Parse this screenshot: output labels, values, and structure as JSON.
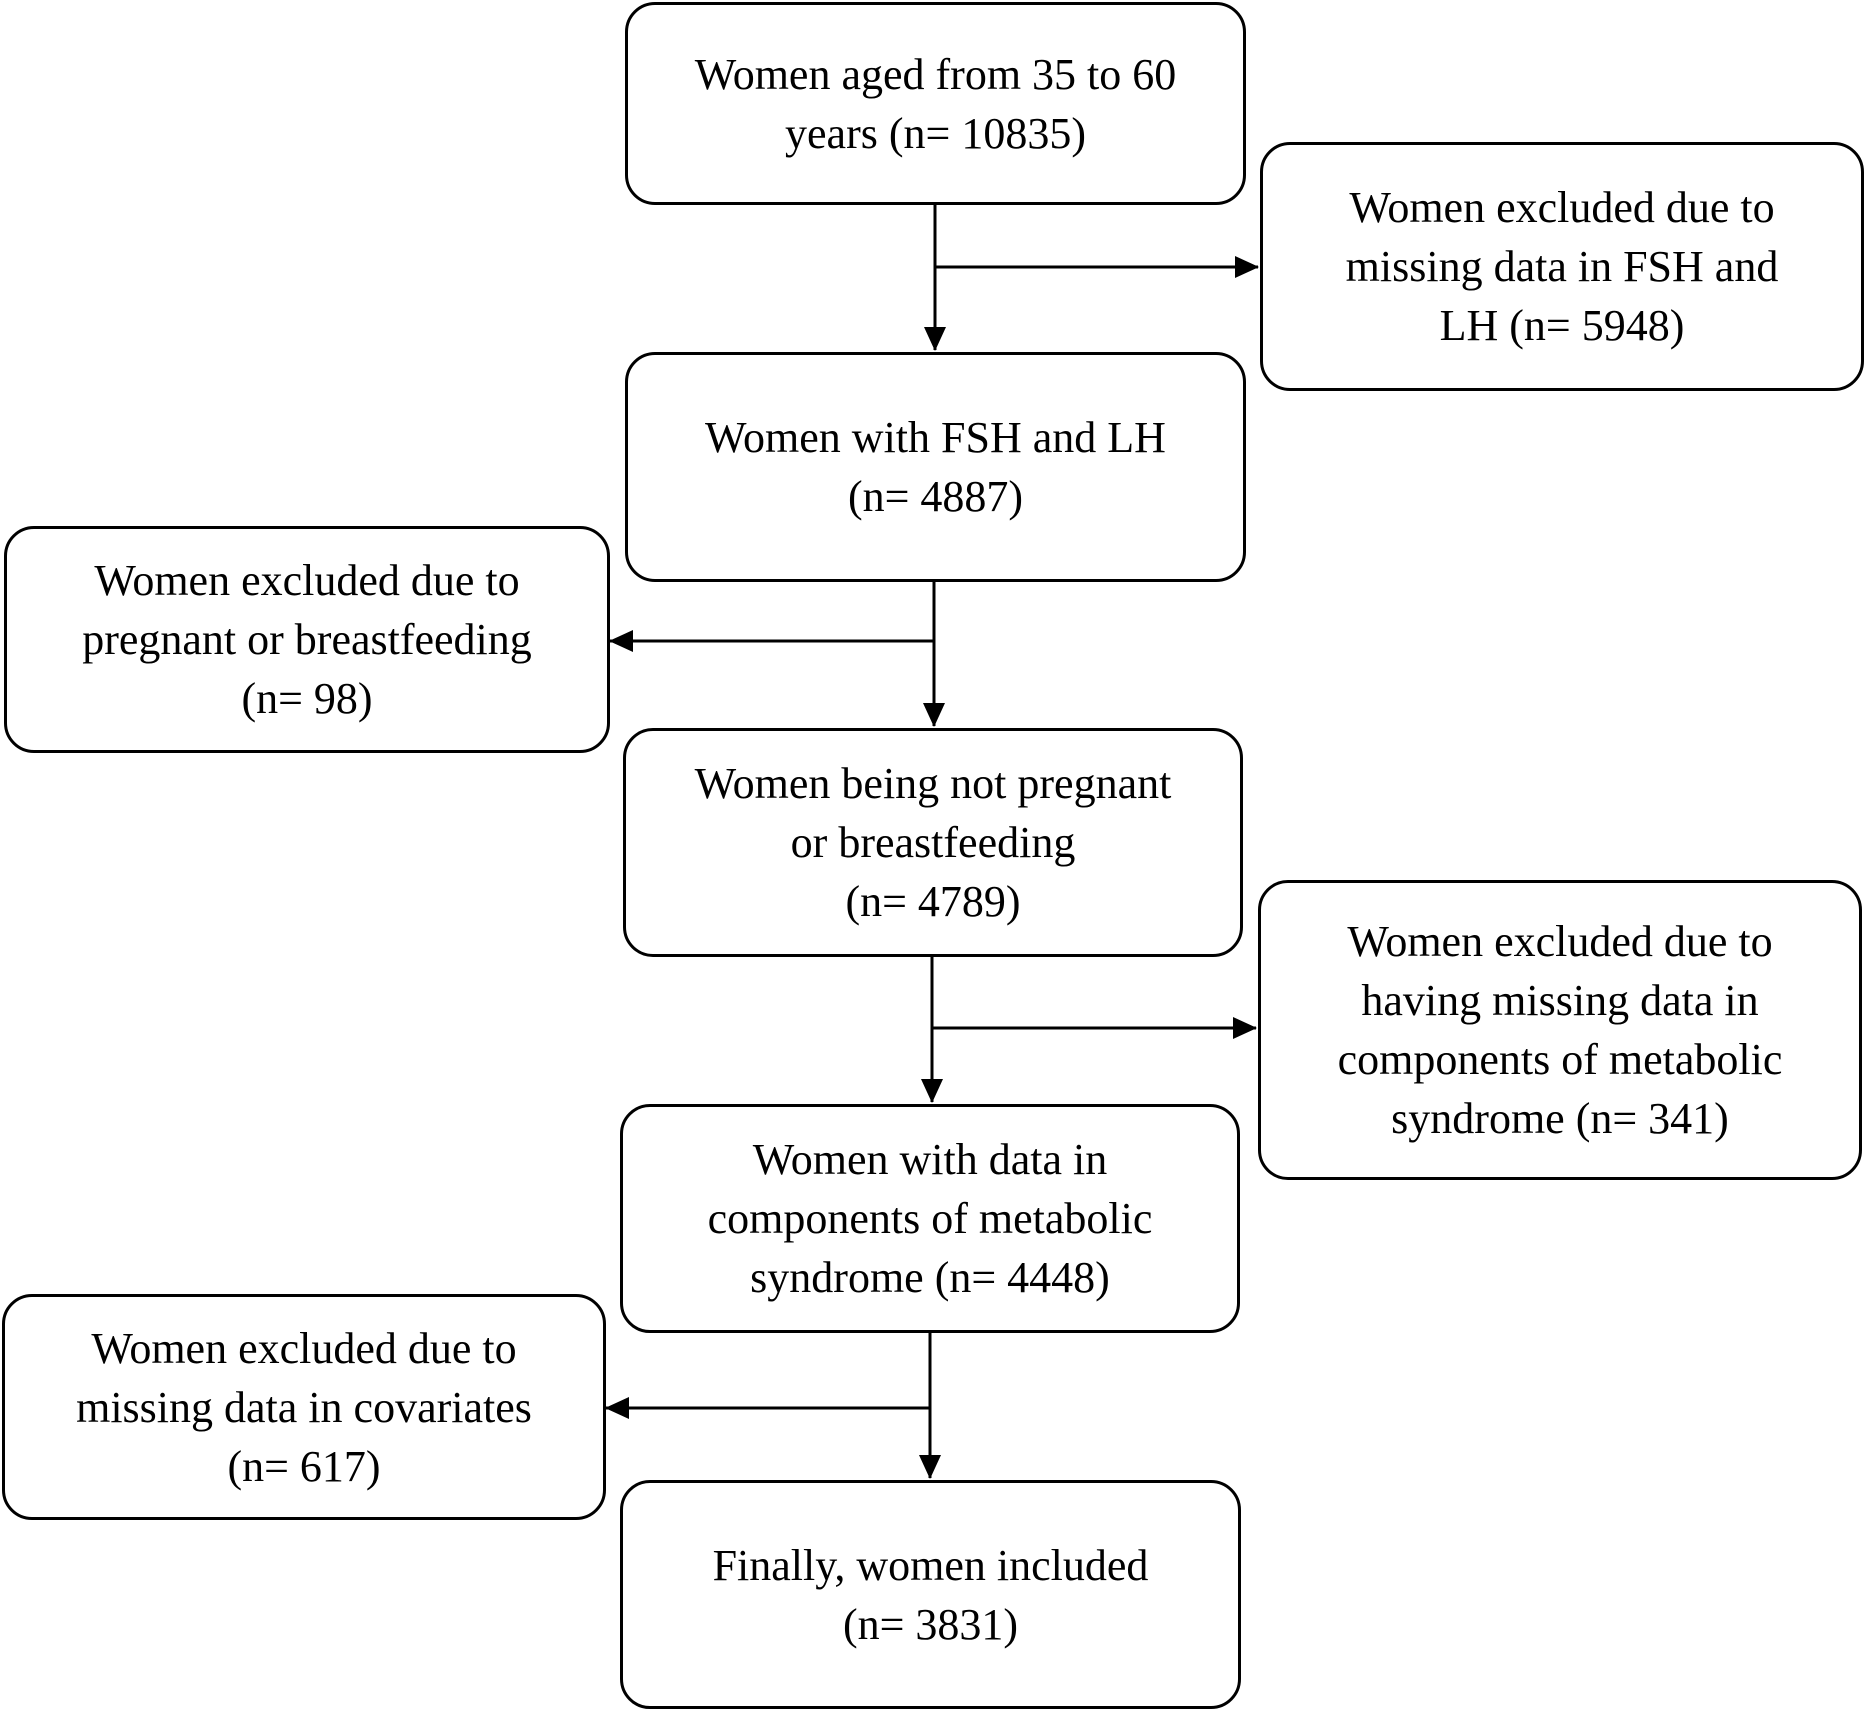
{
  "flowchart": {
    "main": [
      {
        "id": "start",
        "lines": [
          "Women aged from 35 to 60",
          "years (n= 10835)"
        ]
      },
      {
        "id": "fsh-lh",
        "lines": [
          "Women with FSH and LH",
          "(n= 4887)"
        ]
      },
      {
        "id": "not-pregnant",
        "lines": [
          "Women being not pregnant",
          "or breastfeeding",
          "(n= 4789)"
        ]
      },
      {
        "id": "metabolic",
        "lines": [
          "Women with data in",
          "components of metabolic",
          "syndrome (n= 4448)"
        ]
      },
      {
        "id": "final",
        "lines": [
          "Finally, women included",
          "(n= 3831)"
        ]
      }
    ],
    "excluded": [
      {
        "id": "excl-fsh-lh",
        "lines": [
          "Women excluded due to",
          "missing data in FSH and",
          "LH (n= 5948)"
        ]
      },
      {
        "id": "excl-pregnant",
        "lines": [
          "Women excluded due to",
          "pregnant or breastfeeding",
          "(n= 98)"
        ]
      },
      {
        "id": "excl-metabolic",
        "lines": [
          "Women excluded due to",
          "having missing data in",
          "components of metabolic",
          "syndrome (n= 341)"
        ]
      },
      {
        "id": "excl-covariates",
        "lines": [
          "Women excluded due to",
          "missing data in covariates",
          "(n= 617)"
        ]
      }
    ]
  },
  "colors": {
    "stroke": "#000000",
    "fill": "#ffffff",
    "text": "#000000"
  }
}
